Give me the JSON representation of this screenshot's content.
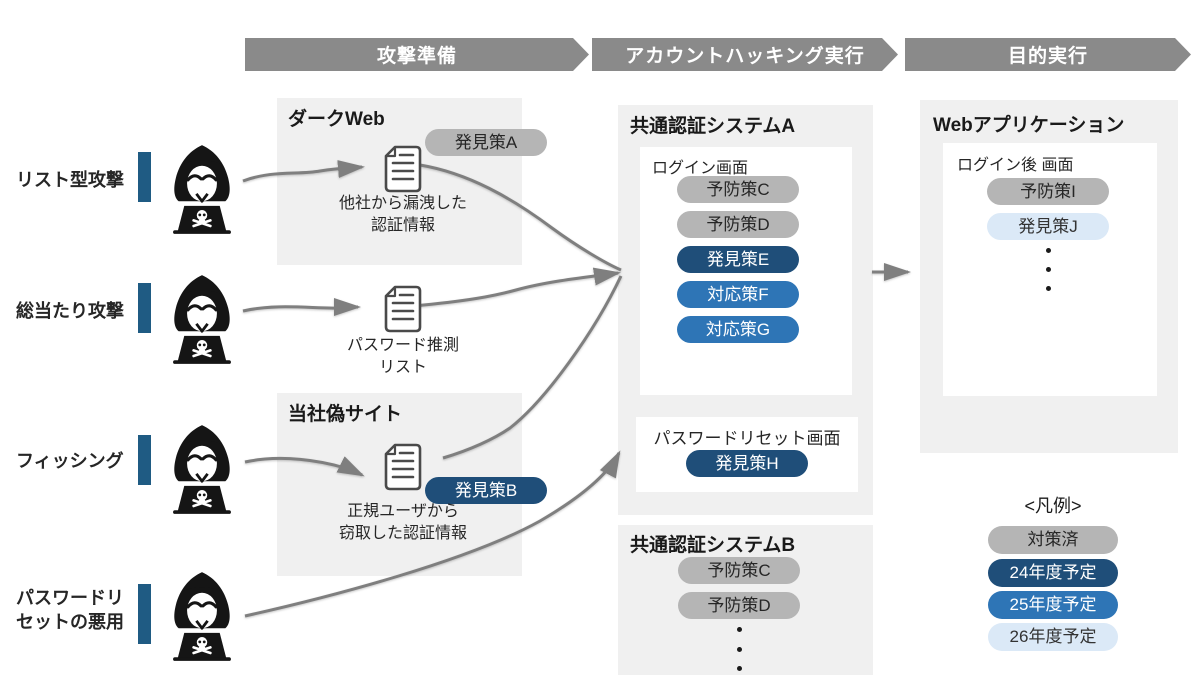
{
  "stages": [
    {
      "label": "攻撃準備"
    },
    {
      "label": "アカウントハッキング実行"
    },
    {
      "label": "目的実行"
    }
  ],
  "attacks": [
    {
      "label": "リスト型攻撃"
    },
    {
      "label": "総当たり攻撃"
    },
    {
      "label": "フィッシング"
    },
    {
      "label_line1": "パスワードリ",
      "label_line2": "セットの悪用"
    }
  ],
  "prep": {
    "darkweb": {
      "title": "ダークWeb",
      "pill": {
        "label": "発見策A",
        "status": "done"
      },
      "caption_line1": "他社から漏洩した",
      "caption_line2": "認証情報"
    },
    "guess": {
      "caption_line1": "パスワード推測",
      "caption_line2": "リスト"
    },
    "fakesite": {
      "title": "当社偽サイト",
      "pill": {
        "label": "発見策B",
        "status": "y24"
      },
      "caption_line1": "正規ユーザから",
      "caption_line2": "窃取した認証情報"
    }
  },
  "auth_a": {
    "title": "共通認証システムA",
    "login": {
      "label": "ログイン画面",
      "pills": [
        {
          "label": "予防策C",
          "status": "done"
        },
        {
          "label": "予防策D",
          "status": "done"
        },
        {
          "label": "発見策E",
          "status": "y24"
        },
        {
          "label": "対応策F",
          "status": "y25"
        },
        {
          "label": "対応策G",
          "status": "y25"
        }
      ]
    },
    "pwreset": {
      "label": "パスワードリセット画面",
      "pill": {
        "label": "発見策H",
        "status": "y24"
      }
    }
  },
  "auth_b": {
    "title": "共通認証システムB",
    "pills": [
      {
        "label": "予防策C",
        "status": "done"
      },
      {
        "label": "予防策D",
        "status": "done"
      }
    ]
  },
  "webapp": {
    "title": "Webアプリケーション",
    "postlogin": {
      "label": "ログイン後 画面",
      "pills": [
        {
          "label": "予防策I",
          "status": "done"
        },
        {
          "label": "発見策J",
          "status": "y26"
        }
      ]
    }
  },
  "legend": {
    "title": "<凡例>",
    "items": [
      {
        "label": "対策済",
        "status": "done"
      },
      {
        "label": "24年度予定",
        "status": "y24"
      },
      {
        "label": "25年度予定",
        "status": "y25"
      },
      {
        "label": "26年度予定",
        "status": "y26"
      }
    ]
  },
  "colors": {
    "done": "#b5b5b5",
    "y24": "#1f4e79",
    "y25": "#2e75b6",
    "y26": "#dbe9f7",
    "accent_bar": "#1f5b83",
    "arrow": "#7f7f7f",
    "stage_bg": "#8a8a8a",
    "section_bg": "#f0f0f0"
  }
}
